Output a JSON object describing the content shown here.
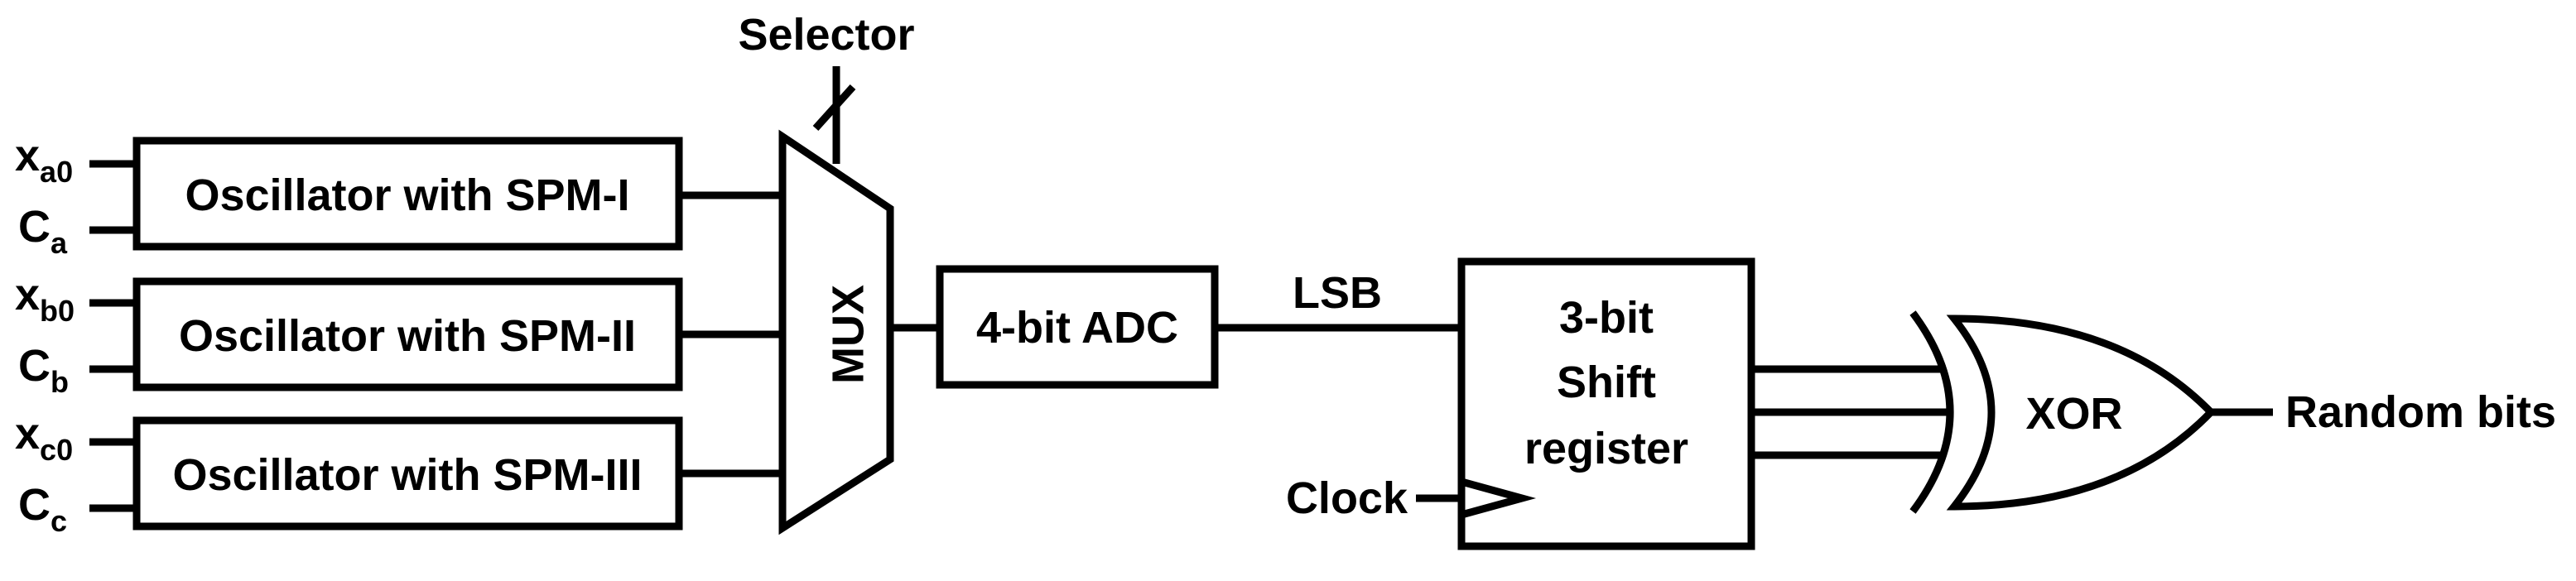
{
  "selector_label": "Selector",
  "mux_label": "MUX",
  "oscillators": [
    {
      "label": "Oscillator with SPM-I",
      "input_x": {
        "base": "x",
        "sub": "a0"
      },
      "input_c": {
        "base": "C",
        "sub": "a"
      }
    },
    {
      "label": "Oscillator with SPM-II",
      "input_x": {
        "base": "x",
        "sub": "b0"
      },
      "input_c": {
        "base": "C",
        "sub": "b"
      }
    },
    {
      "label": "Oscillator with SPM-III",
      "input_x": {
        "base": "x",
        "sub": "c0"
      },
      "input_c": {
        "base": "C",
        "sub": "c"
      }
    }
  ],
  "adc_label": "4-bit ADC",
  "lsb_label": "LSB",
  "shift_register_lines": [
    "3-bit",
    "Shift",
    "register"
  ],
  "clock_label": "Clock",
  "xor_label": "XOR",
  "output_label": "Random bits"
}
